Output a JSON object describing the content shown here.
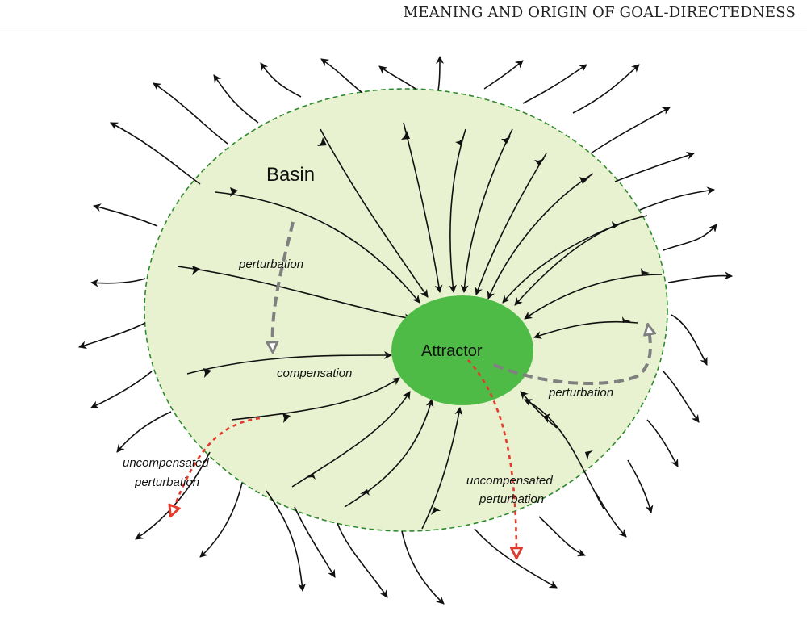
{
  "header": {
    "running_head": "MEANING AND ORIGIN OF GOAL-DIRECTEDNESS"
  },
  "diagram": {
    "basin_label": "Basin",
    "attractor_label": "Attractor",
    "perturbation_left": "perturbation",
    "compensation": "compensation",
    "perturbation_right": "perturbation",
    "uncompensated_left_line1": "uncompensated",
    "uncompensated_left_line2": "perturbation",
    "uncompensated_right_line1": "uncompensated",
    "uncompensated_right_line2": "perturbation"
  },
  "colors": {
    "basin_fill": "#e9f2d0",
    "basin_border": "#2f8a2f",
    "attractor_fill": "#4fbb47",
    "flow_arrows": "#111111",
    "compensated_perturbation": "#808080",
    "uncompensated_perturbation": "#e23b2e"
  }
}
